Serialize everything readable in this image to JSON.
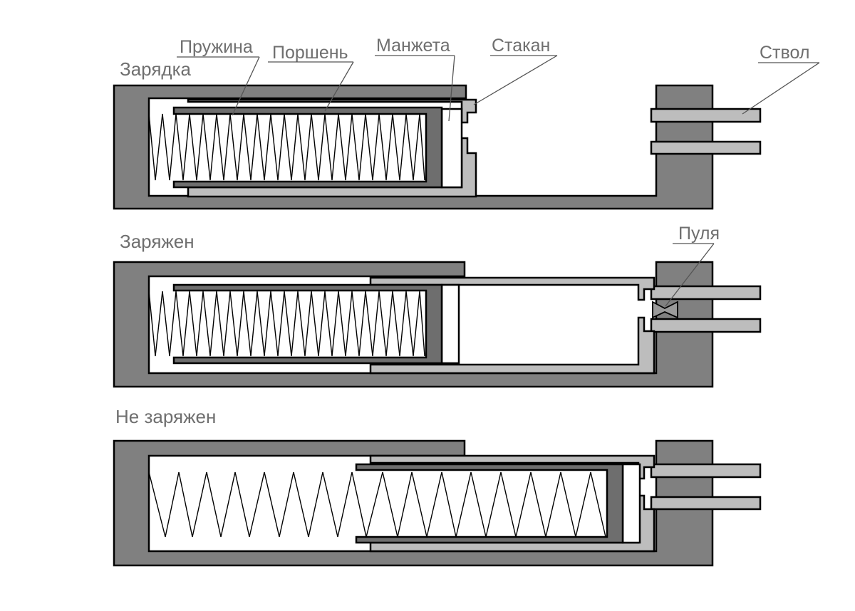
{
  "labels": {
    "spring": "Пружина",
    "piston": "Поршень",
    "cuff": "Манжета",
    "cup": "Стакан",
    "barrel": "Ствол",
    "bullet": "Пуля"
  },
  "states": {
    "charging": "Зарядка",
    "loaded": "Заряжен",
    "unloaded": "Не заряжен"
  },
  "colors": {
    "body": "#808080",
    "cup": "#bdbdbd",
    "piston": "#6e6e6e",
    "label_text": "#6f6f6f"
  }
}
